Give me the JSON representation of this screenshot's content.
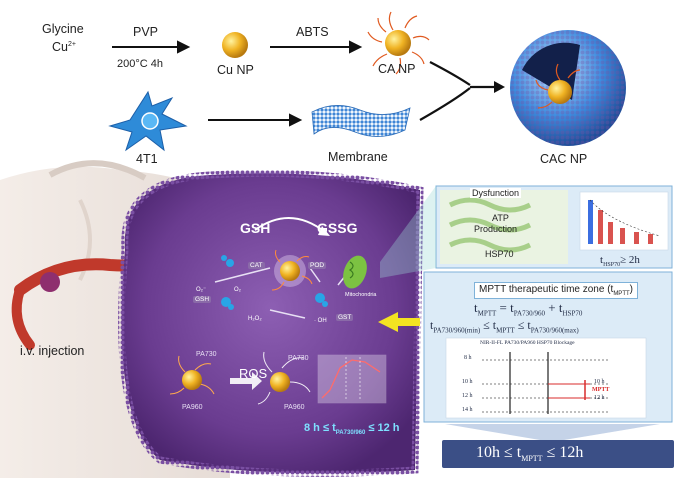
{
  "synthesis": {
    "glycine": "Glycine",
    "cu2": "Cu",
    "cu2_sup": "2+",
    "pvp": "PVP",
    "conditions": "200°C  4h",
    "cu_np": "Cu NP",
    "abts": "ABTS",
    "ca_np": "CA NP",
    "cell": "4T1",
    "membrane": "Membrane",
    "cac_np": "CAC NP"
  },
  "injection": {
    "label": "i.v. injection"
  },
  "cell_panel": {
    "gsh": "GSH",
    "gssg": "GSSG",
    "cat": "CAT",
    "pod": "POD",
    "gsh_tag": "GSH",
    "gst": "GST",
    "o2_minus": "O₂⁻",
    "o2": "O₂",
    "h2o2": "H₂O₂",
    "oh": "· OH",
    "mitochondria": "Mitochondria",
    "ros": "ROS",
    "pa730_a": "PA730",
    "pa960_a": "PA960",
    "pa730_b": "PA730",
    "pa960_b": "PA960",
    "window_prefix": "8 h",
    "window_le1": "≤",
    "window_t": "t",
    "window_sub": "PA730/960",
    "window_le2": "≤",
    "window_suffix": "12 h"
  },
  "mito_panel": {
    "dysfunction": "Dysfunction",
    "atp": "ATP",
    "production": "Production",
    "hsp70": "HSP70",
    "chart_label_t": "t",
    "chart_label_sub": "HSP70",
    "chart_label_rest": "≥ 2h"
  },
  "mptt_panel": {
    "title": "MPTT therapeutic time zone (t",
    "title_sub": "MPTT",
    "title_end": ")",
    "eq1_lhs": "t",
    "eq1_lhs_sub": "MPTT",
    "eq1_eq": "=",
    "eq1_t1": "t",
    "eq1_t1_sub": "PA730/960",
    "eq1_plus": "+",
    "eq1_t2": "t",
    "eq1_t2_sub": "HSP70",
    "eq2_t1": "t",
    "eq2_t1_sub": "PA730/960(min)",
    "eq2_le1": "≤",
    "eq2_t2": "t",
    "eq2_t2_sub": "MPTT",
    "eq2_le2": "≤",
    "eq2_t3": "t",
    "eq2_t3_sub": "PA730/960(max)",
    "mini_title": "NIR-II-FL    PA730/PA960 HSP70 Blockage",
    "rows": [
      "8 h",
      "10 h",
      "12 h",
      "14 h"
    ],
    "right_10": "10 h",
    "right_mptt": "MPTT",
    "right_12": "12 h"
  },
  "result": {
    "left": "10h",
    "le1": "≤",
    "t": "t",
    "sub": "MPTT",
    "le2": "≤",
    "right": "12h"
  },
  "colors": {
    "arrow": "#111111",
    "cell_purple": "#6b3f8f",
    "cell_dark": "#4a2468",
    "np_gold": "#f0b323",
    "membrane_blue": "#4a90d9",
    "panel_blue": "#dcebf7",
    "result_bar": "#3b4f86",
    "red": "#d92b2b"
  }
}
